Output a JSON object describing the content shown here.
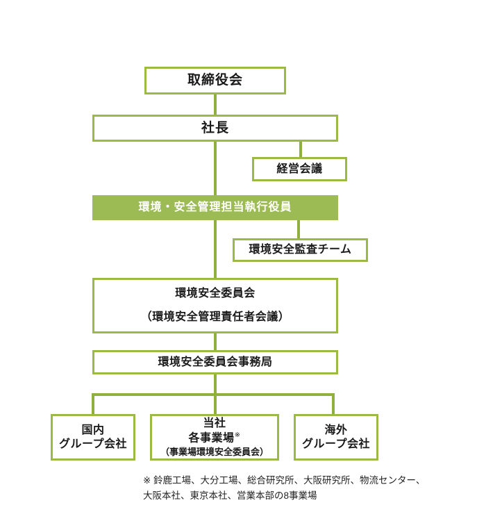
{
  "chart": {
    "type": "org-chart",
    "title": "",
    "accent_color": "#9cb845",
    "fill_color": "#9cbb55",
    "fill_text_color": "#ffffff",
    "background_color": "#ffffff",
    "nodes": {
      "board": {
        "label": "取締役会",
        "style": "outline"
      },
      "president": {
        "label": "社長",
        "style": "outline"
      },
      "management_meeting": {
        "label": "経営会議",
        "style": "outline"
      },
      "executive_officer": {
        "label": "環境・安全管理担当執行役員",
        "style": "filled"
      },
      "audit_team": {
        "label": "環境安全監査チーム",
        "style": "outline"
      },
      "committee": {
        "line1": "環境安全委員会",
        "line2": "（環境安全管理責任者会議）",
        "style": "outline"
      },
      "secretariat": {
        "label": "環境安全委員会事務局",
        "style": "outline"
      },
      "domestic_group": {
        "line1": "国内",
        "line2": "グループ会社",
        "style": "outline"
      },
      "company_sites": {
        "line1": "当社",
        "line2": "各事業場",
        "line2_mark": "※",
        "line3": "（事業場環境安全委員会）",
        "style": "outline"
      },
      "overseas_group": {
        "line1": "海外",
        "line2": "グループ会社",
        "style": "outline"
      }
    },
    "footnote": {
      "line1": "※ 鈴鹿工場、大分工場、総合研究所、大阪研究所、物流センター、",
      "line2": "大阪本社、東京本社、営業本部の8事業場"
    }
  }
}
